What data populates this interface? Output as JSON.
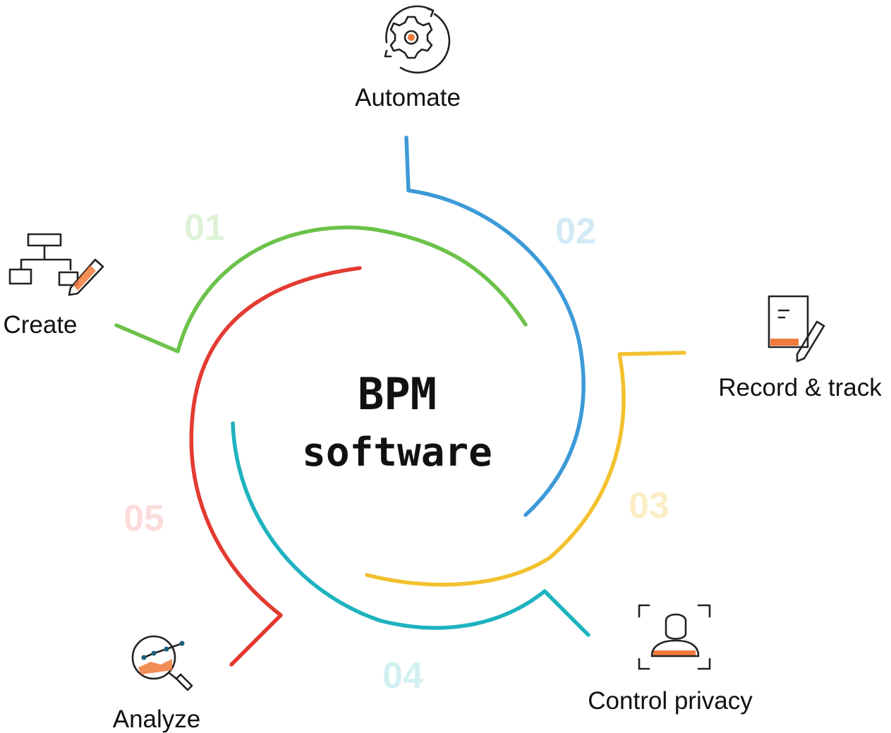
{
  "center": {
    "line1": "BPM",
    "line2": "software"
  },
  "steps": [
    {
      "number": "01",
      "label": "Create",
      "icon": "flowchart-pencil-icon",
      "color": "#6cc24a"
    },
    {
      "number": "02",
      "label": "Automate",
      "icon": "gear-cycle-icon",
      "color": "#3d9ad8"
    },
    {
      "number": "03",
      "label": "Record & track",
      "icon": "document-pencil-icon",
      "color": "#f2c12e"
    },
    {
      "number": "04",
      "label": "Control privacy",
      "icon": "user-focus-icon",
      "color": "#1eb3be"
    },
    {
      "number": "05",
      "label": "Analyze",
      "icon": "magnifier-chart-icon",
      "color": "#e33b32"
    }
  ],
  "colors": {
    "accent": "#f07a3a",
    "text": "#111111"
  }
}
